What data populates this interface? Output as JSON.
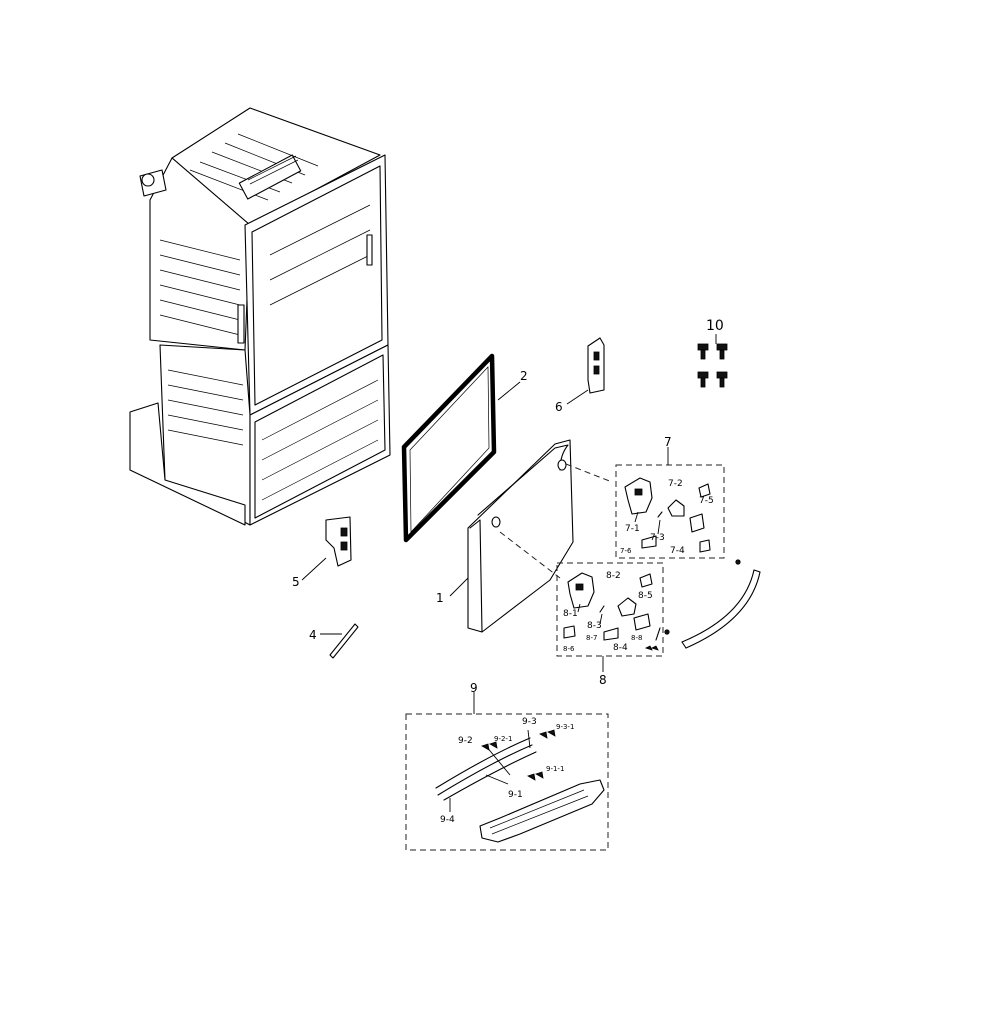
{
  "callouts": {
    "c1": "1",
    "c2": "2",
    "c4": "4",
    "c5": "5",
    "c6": "6",
    "c7": "7",
    "c7_1": "7-1",
    "c7_2": "7-2",
    "c7_3": "7-3",
    "c7_4": "7-4",
    "c7_5": "7-5",
    "c7_6": "7-6",
    "c8": "8",
    "c8_1": "8-1",
    "c8_2": "8-2",
    "c8_3": "8-3",
    "c8_4": "8-4",
    "c8_5": "8-5",
    "c8_6": "8-6",
    "c8_7": "8-7",
    "c8_8": "8-8",
    "c9": "9",
    "c9_1": "9-1",
    "c9_1_1": "9-1-1",
    "c9_2": "9-2",
    "c9_2_1": "9-2-1",
    "c9_3": "9-3",
    "c9_3_1": "9-3-1",
    "c9_4": "9-4",
    "c10": "10"
  }
}
